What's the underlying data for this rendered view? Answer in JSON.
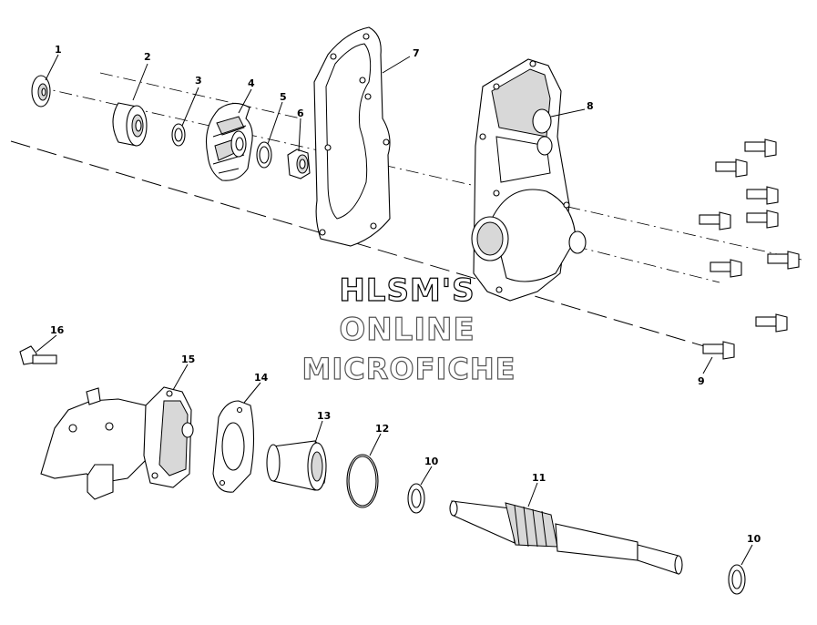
{
  "watermark": {
    "line1": "HLSM'S",
    "line2": "ONLINE",
    "line3": "MICROFICHE"
  },
  "callouts": [
    {
      "id": "c1",
      "label": "1"
    },
    {
      "id": "c2",
      "label": "2"
    },
    {
      "id": "c3",
      "label": "3"
    },
    {
      "id": "c4",
      "label": "4"
    },
    {
      "id": "c5",
      "label": "5"
    },
    {
      "id": "c6",
      "label": "6"
    },
    {
      "id": "c7",
      "label": "7"
    },
    {
      "id": "c8",
      "label": "8"
    },
    {
      "id": "c9",
      "label": "9"
    },
    {
      "id": "c10a",
      "label": "10"
    },
    {
      "id": "c10b",
      "label": "10"
    },
    {
      "id": "c11",
      "label": "11"
    },
    {
      "id": "c12",
      "label": "12"
    },
    {
      "id": "c13",
      "label": "13"
    },
    {
      "id": "c14",
      "label": "14"
    },
    {
      "id": "c15",
      "label": "15"
    },
    {
      "id": "c16",
      "label": "16"
    }
  ],
  "colors": {
    "line": "#000000",
    "background": "#ffffff",
    "shade": "#d8d8d8"
  }
}
